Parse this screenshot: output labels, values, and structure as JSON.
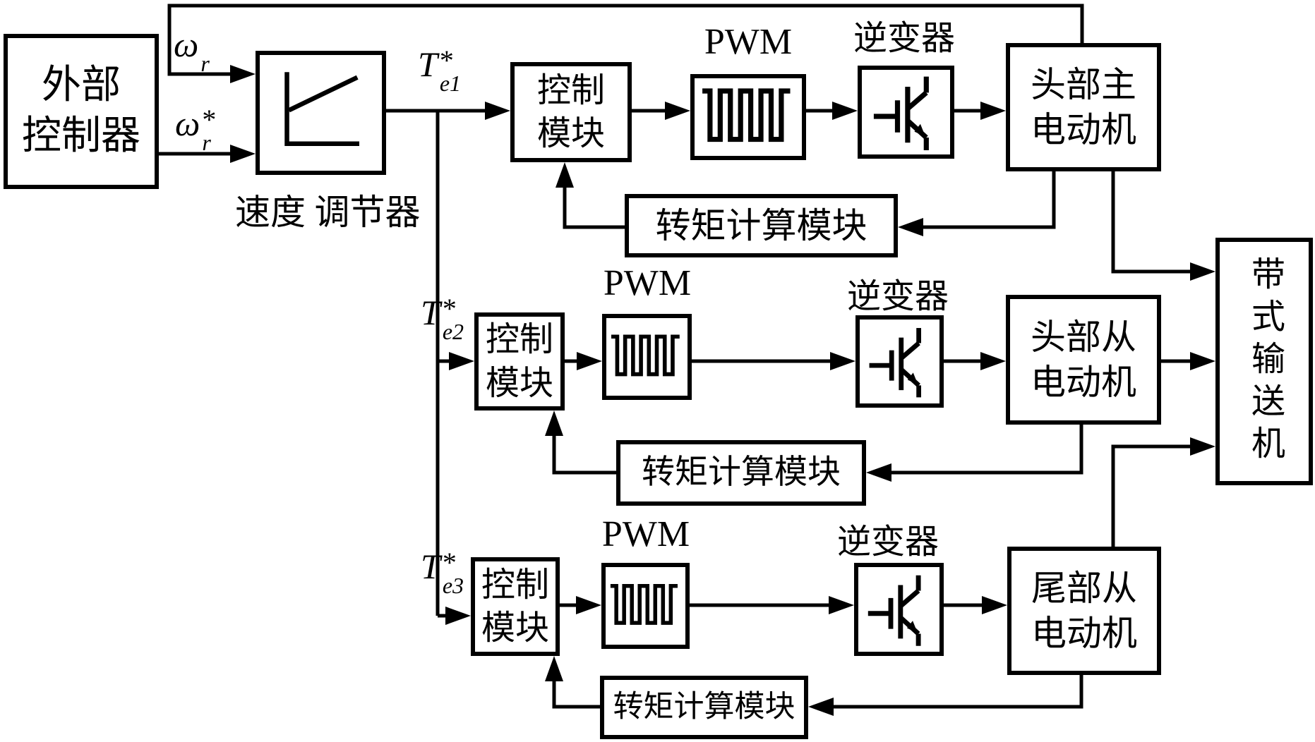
{
  "diagram": {
    "background_color": "#ffffff",
    "line_color": "#000000",
    "description": "Multi-motor belt conveyor drive control block diagram"
  },
  "blocks": {
    "external_controller": {
      "line1": "外部",
      "line2": "控制器"
    },
    "speed_regulator": {
      "caption_line1": "速度",
      "caption_line2": "调节器"
    },
    "control_module": {
      "line1": "控制",
      "line2": "模块"
    },
    "pwm": {
      "label": "PWM"
    },
    "inverter": {
      "label": "逆变器"
    },
    "torque_calc": {
      "label": "转矩计算模块"
    },
    "motor_head_main": {
      "line1": "头部主",
      "line2": "电动机"
    },
    "motor_head_slave": {
      "line1": "头部从",
      "line2": "电动机"
    },
    "motor_tail_slave": {
      "line1": "尾部从",
      "line2": "电动机"
    },
    "belt_conveyor": {
      "label": "带式输送机"
    }
  },
  "signals": {
    "omega_feedback": {
      "base": "ω",
      "sub": "r"
    },
    "omega_reference": {
      "base": "ω",
      "sub": "r",
      "sup": "*"
    },
    "torque_ref_1": {
      "base": "T",
      "sub": "e1",
      "sup": "*"
    },
    "torque_ref_2": {
      "base": "T",
      "sub": "e2",
      "sup": "*"
    },
    "torque_ref_3": {
      "base": "T",
      "sub": "e3",
      "sup": "*"
    }
  }
}
